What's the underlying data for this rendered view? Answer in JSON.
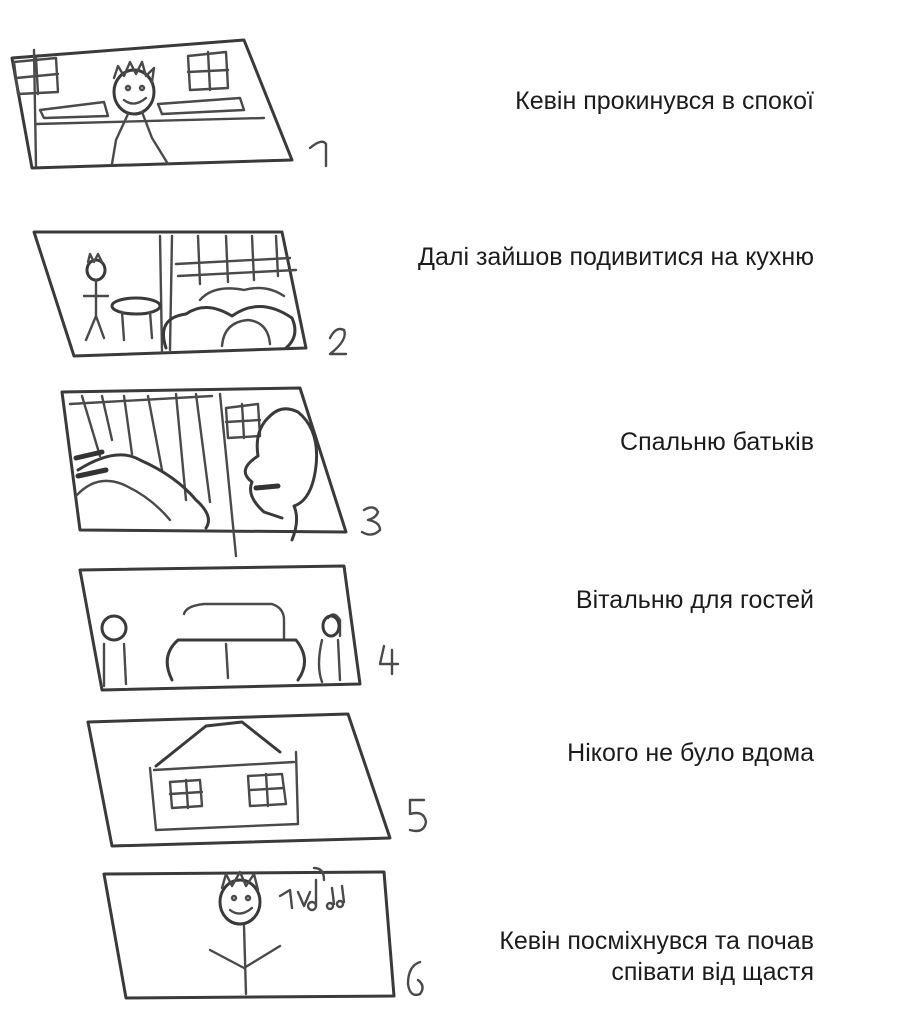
{
  "storyboard": {
    "panels": [
      {
        "number": "1",
        "caption": [
          "Кевін прокинувся в спокої"
        ]
      },
      {
        "number": "2",
        "caption": [
          "Далі зайшов подивитися на кухню"
        ]
      },
      {
        "number": "3",
        "caption": [
          "Спальню батьків"
        ]
      },
      {
        "number": "4",
        "caption": [
          "Вітальню для гостей"
        ]
      },
      {
        "number": "5",
        "caption": [
          "Нікого не було вдома"
        ]
      },
      {
        "number": "6",
        "caption": [
          "Кевін посміхнувся та почав",
          "співати від щастя"
        ]
      }
    ]
  }
}
